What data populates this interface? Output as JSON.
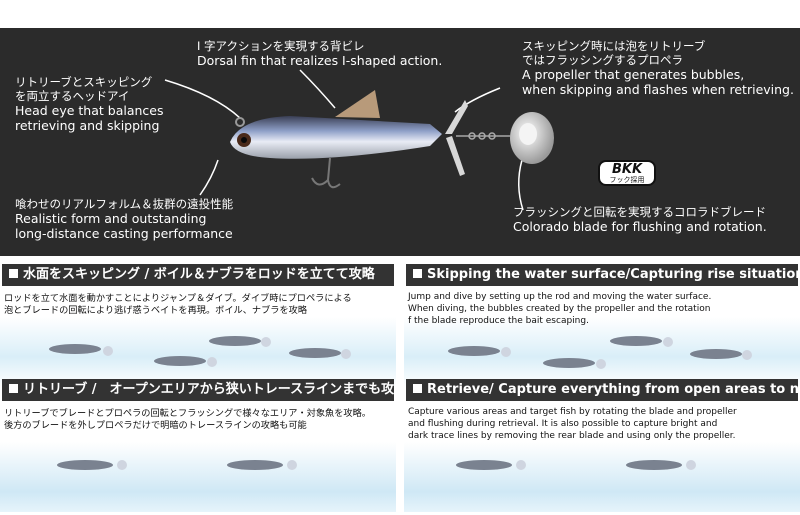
{
  "callouts": {
    "dorsal": {
      "jp": "I 字アクションを実現する背ビレ",
      "en": "Dorsal fin that realizes I-shaped action."
    },
    "head_eye": {
      "jp1": "リトリーブとスキッピング",
      "jp2": "を両立するヘッドアイ",
      "en1": "Head eye that balances",
      "en2": "retrieving and skipping"
    },
    "propeller": {
      "jp1": "スキッピング時には泡をリトリーブ",
      "jp2": "ではフラッシングするプロペラ",
      "en1": "A propeller that generates bubbles,",
      "en2": "when skipping and flashes when retrieving."
    },
    "form": {
      "jp": "喰わせのリアルフォルム＆抜群の遠投性能",
      "en1": "Realistic form and outstanding",
      "en2": "long-distance casting performance"
    },
    "blade": {
      "jp": "フラッシングと回転を実現するコロラドブレード",
      "en": "Colorado blade for flushing and rotation."
    }
  },
  "badge": {
    "brand": "BKK",
    "sub": "フック採用"
  },
  "panels": {
    "left": {
      "skip_title": "水面をスキッピング / ボイル＆ナブラをロッドを立てて攻略",
      "skip_desc": [
        "ロッドを立て水面を動かすことによりジャンプ＆ダイブ。ダイブ時にプロペラによる",
        "泡とブレードの回転により逃げ惑うベイトを再現。ボイル、ナブラを攻略"
      ],
      "retrieve_title": "リトリーブ /　オープンエリアから狭いトレースラインまでも攻略",
      "retrieve_desc": [
        "リトリーブでブレードとプロペラの回転とフラッシングで様々なエリア・対象魚を攻略。",
        "後方のブレードを外しプロペラだけで明暗のトレースラインの攻略も可能"
      ]
    },
    "right": {
      "skip_title": "Skipping the water surface/Capturing rise situation",
      "skip_desc": [
        "Jump and dive by setting up the rod and moving the water surface.",
        "When diving, the bubbles created by the propeller and the rotation",
        "f the blade reproduce the bait escaping."
      ],
      "retrieve_title": "Retrieve/ Capture everything from open areas to narrow trace lines",
      "retrieve_desc": [
        "Capture various areas and target fish by rotating the blade and propeller",
        "and flushing during retrieval. It is also possible to capture bright and",
        "dark trace lines by removing the rear blade and using only the propeller."
      ]
    }
  },
  "colors": {
    "dark_bg": "#2b2b2b",
    "header_bg": "#333333",
    "water": "#cfe8f5"
  }
}
